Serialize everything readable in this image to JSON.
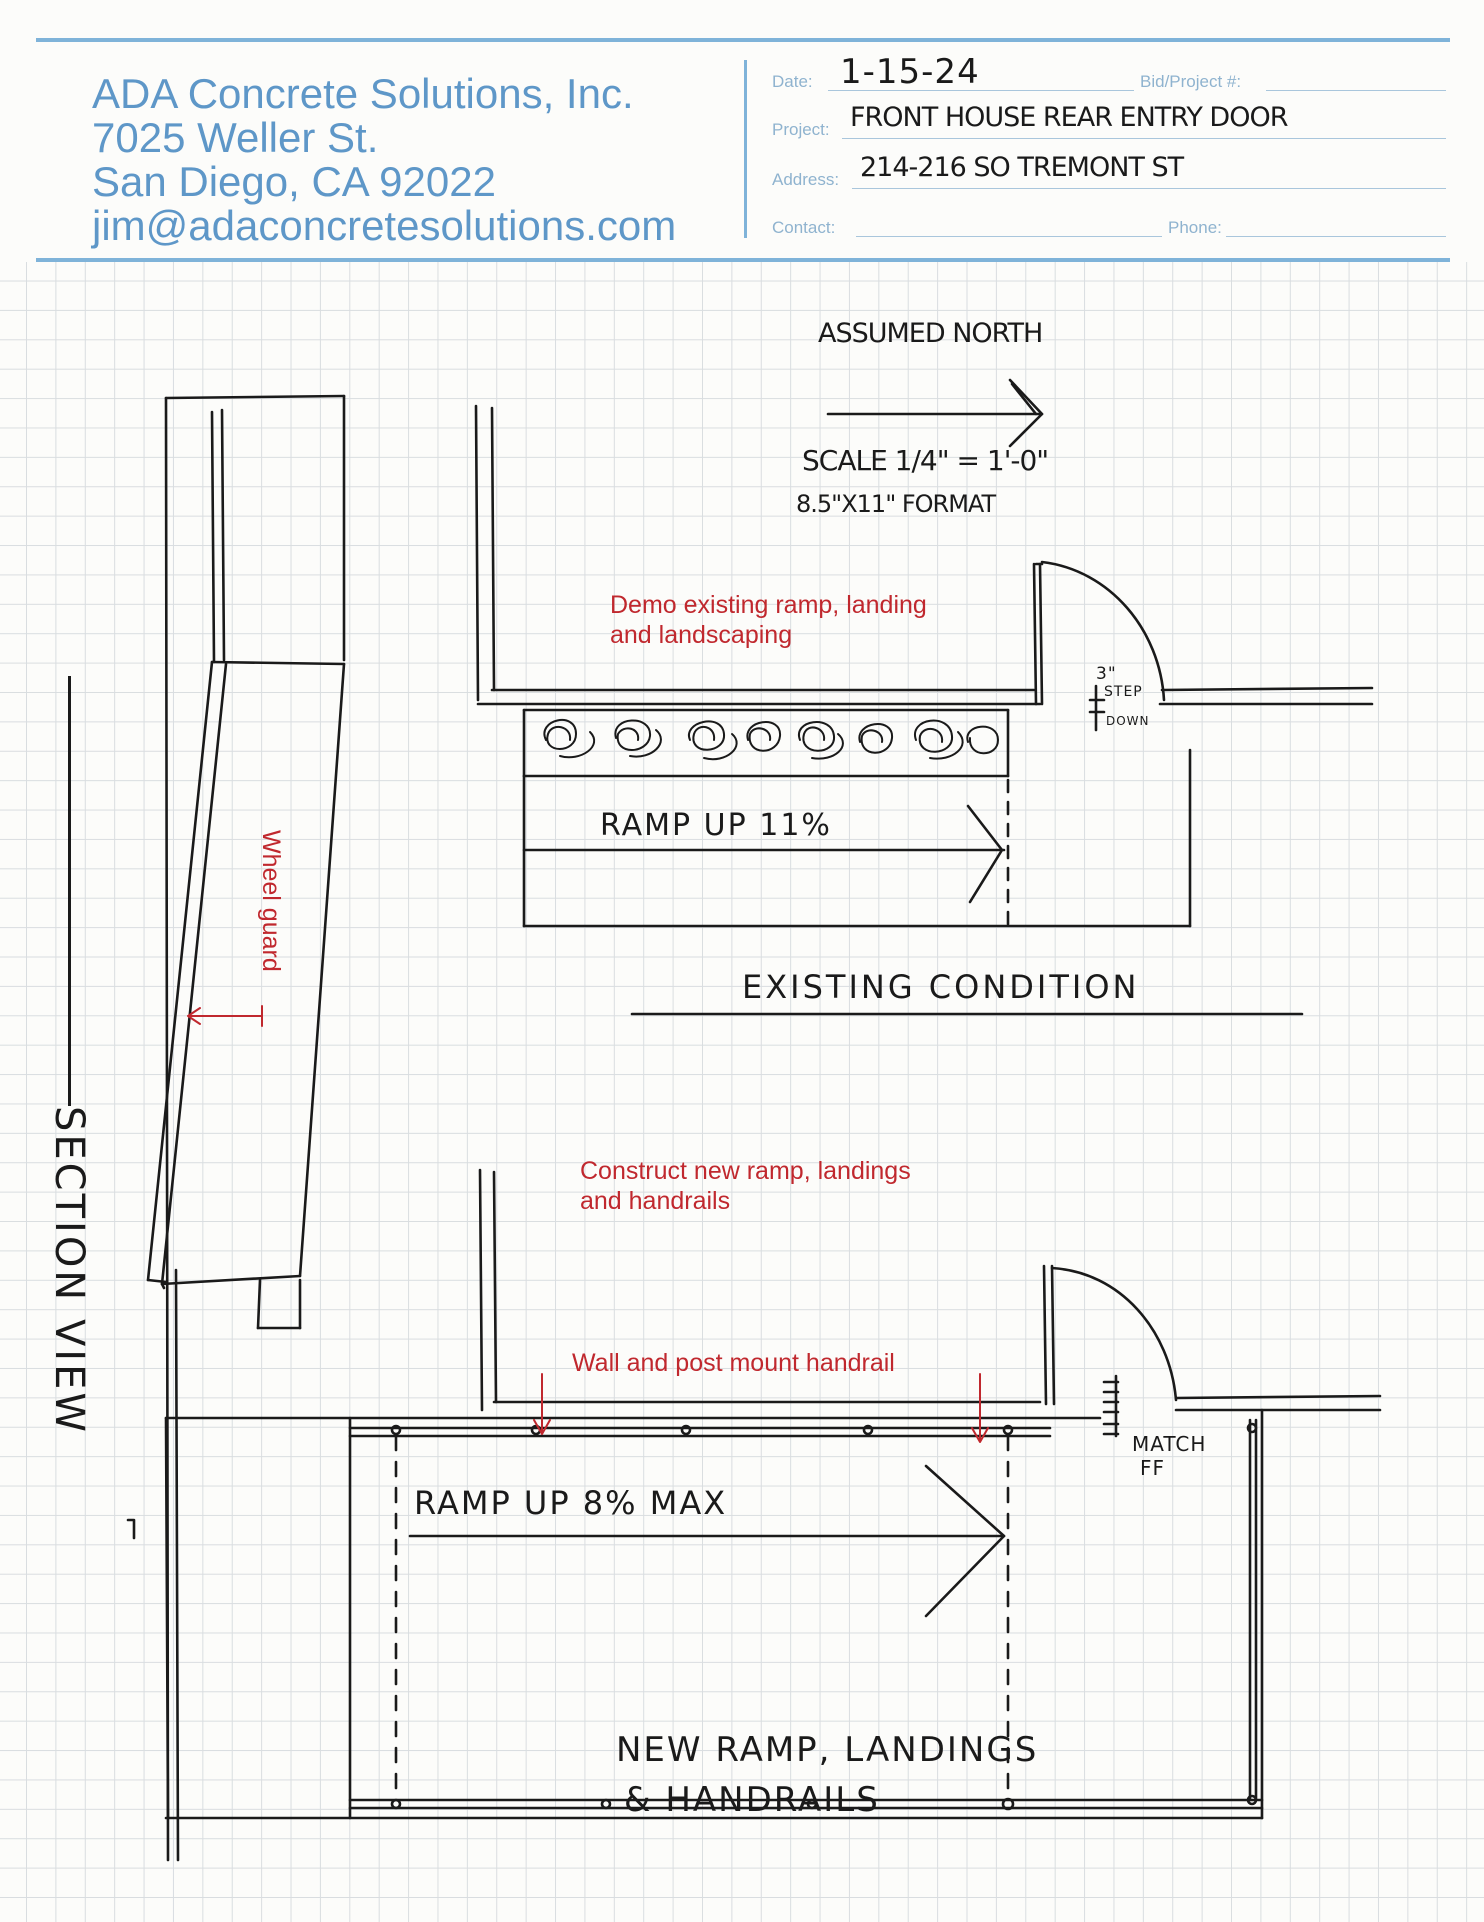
{
  "header": {
    "company_name": "ADA Concrete Solutions, Inc.",
    "street": "7025 Weller St.",
    "city": "San Diego, CA 92022",
    "email": "jim@adaconcretesolutions.com",
    "date_label": "Date:",
    "date_value": "1-15-24",
    "bid_label": "Bid/Project #:",
    "bid_value": "",
    "project_label": "Project:",
    "project_value": "FRONT HOUSE REAR ENTRY DOOR",
    "address_label": "Address:",
    "address_value": "214-216 SO TREMONT ST",
    "contact_label": "Contact:",
    "contact_value": "",
    "phone_label": "Phone:",
    "phone_value": ""
  },
  "sketch": {
    "north_label": "ASSUMED NORTH",
    "scale_label": "SCALE 1/4\" = 1'-0\"",
    "format_label": "8.5\"X11\" FORMAT",
    "section_view_label": "SECTION VIEW",
    "wheel_guard_note": "Wheel guard",
    "existing": {
      "demo_note_line1": "Demo existing ramp, landing",
      "demo_note_line2": "and landscaping",
      "step_down_label_1": "3\"",
      "step_down_label_2": "STEP",
      "step_down_label_3": "DOWN",
      "ramp_label": "RAMP UP 11%",
      "title": "EXISTING CONDITION"
    },
    "new": {
      "construct_note_line1": "Construct new ramp, landings",
      "construct_note_line2": "and handrails",
      "handrail_note": "Wall and post mount handrail",
      "match_label_1": "MATCH",
      "match_label_2": "FF",
      "ramp_label": "RAMP UP 8% MAX",
      "title_line1": "NEW RAMP, LANDINGS",
      "title_line2": "& HANDRAILS"
    }
  },
  "colors": {
    "header_blue": "#5e97c8",
    "rule_blue": "#7fb3d9",
    "note_red": "#c0282e",
    "ink": "#1a1a1a"
  }
}
